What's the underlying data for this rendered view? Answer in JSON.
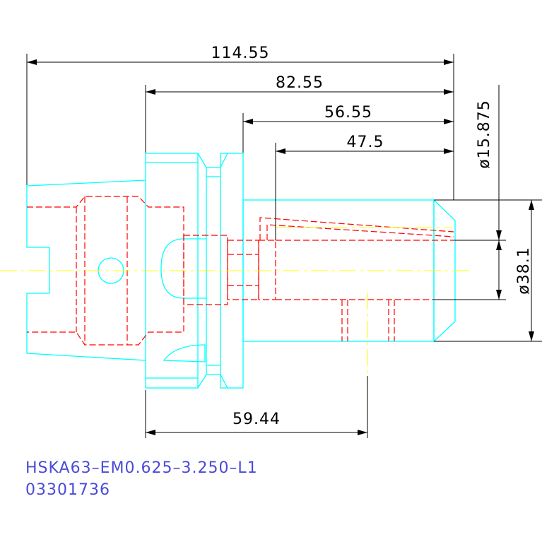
{
  "dimensions": {
    "overall_length": "114.55",
    "flange_to_end": "82.55",
    "body_length": "56.55",
    "bore_depth": "47.5",
    "gauge_length": "59.44",
    "bore_diameter": "ø15.875",
    "nose_diameter": "ø38.1"
  },
  "title_block": {
    "part_number": "HSKA63–EM0.625–3.250–L1",
    "serial": "03301736"
  },
  "colors": {
    "outline": "#00ffff",
    "hidden": "#ff0000",
    "centerline": "#ffff00",
    "dimension": "#000000",
    "caption": "#4a4ad8"
  }
}
